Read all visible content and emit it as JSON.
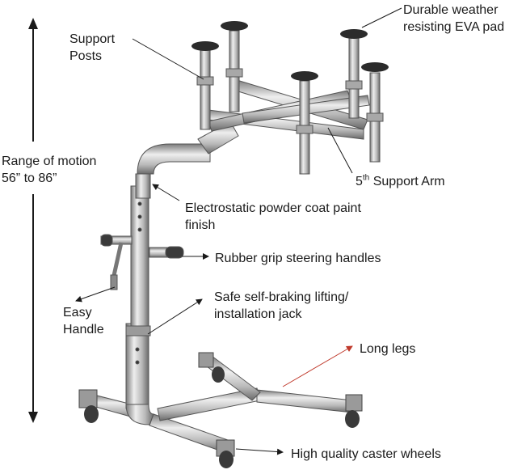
{
  "labels": {
    "support_posts": [
      "Support",
      "Posts"
    ],
    "eva_pad": [
      "Durable weather",
      "resisting EVA pad"
    ],
    "range": [
      "Range of motion",
      "56” to 86”"
    ],
    "fifth_arm": {
      "prefix": "5",
      "sup": "th",
      "rest": " Support Arm"
    },
    "powder_coat": [
      "Electrostatic powder coat paint",
      "finish"
    ],
    "steering": "Rubber grip steering handles",
    "jack": [
      "Safe self-braking lifting/",
      "installation jack"
    ],
    "easy_handle": [
      "Easy",
      "Handle"
    ],
    "long_legs": "Long legs",
    "casters": "High quality caster wheels"
  },
  "colors": {
    "text": "#1a1a1a",
    "steel_light": "#e6e6e6",
    "steel_mid": "#b4b4b4",
    "steel_dark": "#6e6e6e",
    "pad": "#2b2b2b",
    "leader_black": "#1a1a1a",
    "leader_red": "#c0392b"
  }
}
